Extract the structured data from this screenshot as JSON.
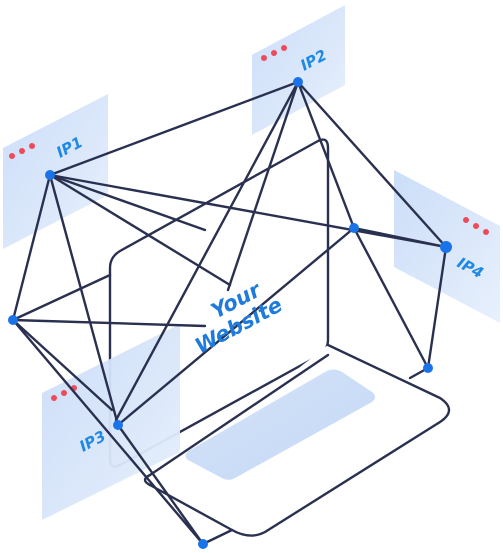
{
  "center": {
    "line1": "Your",
    "line2": "Website"
  },
  "panels": [
    {
      "id": "ip1",
      "label": "IP1"
    },
    {
      "id": "ip2",
      "label": "IP2"
    },
    {
      "id": "ip3",
      "label": "IP3"
    },
    {
      "id": "ip4",
      "label": "IP4"
    }
  ],
  "colors": {
    "accent": "#1e88e5",
    "line": "#2a3050",
    "panel_fill": "#dce8fb",
    "dots": "#ef4a5a",
    "node": "#1a73e8"
  }
}
